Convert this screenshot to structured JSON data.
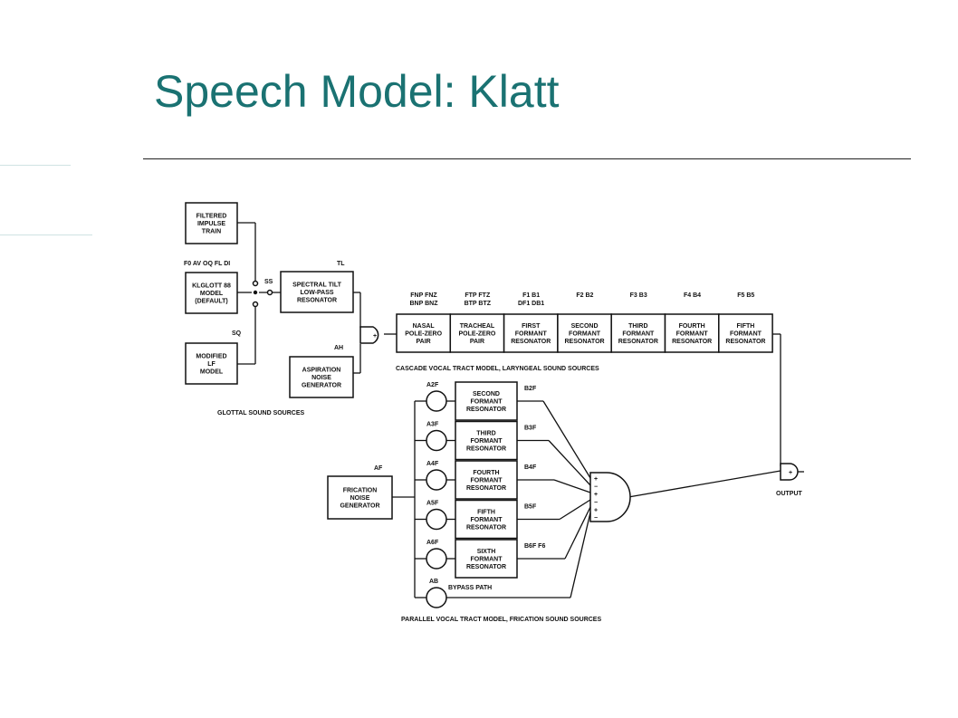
{
  "slide": {
    "title": "Speech Model: Klatt"
  },
  "diagram": {
    "sources": {
      "filtered_impulse_train": [
        "FILTERED",
        "IMPULSE",
        "TRAIN"
      ],
      "klglott88": [
        "KLGLOTT 88",
        "MODEL",
        "(DEFAULT)"
      ],
      "modified_lf": [
        "MODIFIED",
        "LF",
        "MODEL"
      ],
      "spectral_tilt": [
        "SPECTRAL TILT",
        "LOW-PASS",
        "RESONATOR"
      ],
      "aspiration": [
        "ASPIRATION",
        "NOISE",
        "GENERATOR"
      ],
      "frication": [
        "FRICATION",
        "NOISE",
        "GENERATOR"
      ]
    },
    "params": {
      "f0_row": "F0  AV  OQ  FL  DI",
      "ss": "SS",
      "sq": "SQ",
      "tl": "TL",
      "ah": "AH",
      "af": "AF"
    },
    "cascade": [
      {
        "params": [
          "FNP  FNZ",
          "BNP  BNZ"
        ],
        "label": [
          "NASAL",
          "POLE-ZERO",
          "PAIR"
        ]
      },
      {
        "params": [
          "FTP  FTZ",
          "BTP  BTZ"
        ],
        "label": [
          "TRACHEAL",
          "POLE-ZERO",
          "PAIR"
        ]
      },
      {
        "params": [
          "F1    B1",
          "DF1  DB1"
        ],
        "label": [
          "FIRST",
          "FORMANT",
          "RESONATOR"
        ]
      },
      {
        "params": [
          "F2  B2"
        ],
        "label": [
          "SECOND",
          "FORMANT",
          "RESONATOR"
        ]
      },
      {
        "params": [
          "F3  B3"
        ],
        "label": [
          "THIRD",
          "FORMANT",
          "RESONATOR"
        ]
      },
      {
        "params": [
          "F4  B4"
        ],
        "label": [
          "FOURTH",
          "FORMANT",
          "RESONATOR"
        ]
      },
      {
        "params": [
          "F5  B5"
        ],
        "label": [
          "FIFTH",
          "FORMANT",
          "RESONATOR"
        ]
      }
    ],
    "parallel": [
      {
        "amp": "A2F",
        "band": "B2F",
        "label": [
          "SECOND",
          "FORMANT",
          "RESONATOR"
        ]
      },
      {
        "amp": "A3F",
        "band": "B3F",
        "label": [
          "THIRD",
          "FORMANT",
          "RESONATOR"
        ]
      },
      {
        "amp": "A4F",
        "band": "B4F",
        "label": [
          "FOURTH",
          "FORMANT",
          "RESONATOR"
        ]
      },
      {
        "amp": "A5F",
        "band": "B5F",
        "label": [
          "FIFTH",
          "FORMANT",
          "RESONATOR"
        ]
      },
      {
        "amp": "A6F",
        "band": "B6F    F6",
        "label": [
          "SIXTH",
          "FORMANT",
          "RESONATOR"
        ]
      }
    ],
    "bypass": {
      "amp": "AB",
      "label": "BYPASS PATH"
    },
    "captions": {
      "glottal": "GLOTTAL SOUND SOURCES",
      "cascade": "CASCADE VOCAL TRACT MODEL, LARYNGEAL SOUND SOURCES",
      "parallel": "PARALLEL VOCAL TRACT MODEL, FRICATION SOUND SOURCES",
      "output": "OUTPUT"
    },
    "signs": {
      "plus": "+",
      "minus": "−"
    }
  }
}
